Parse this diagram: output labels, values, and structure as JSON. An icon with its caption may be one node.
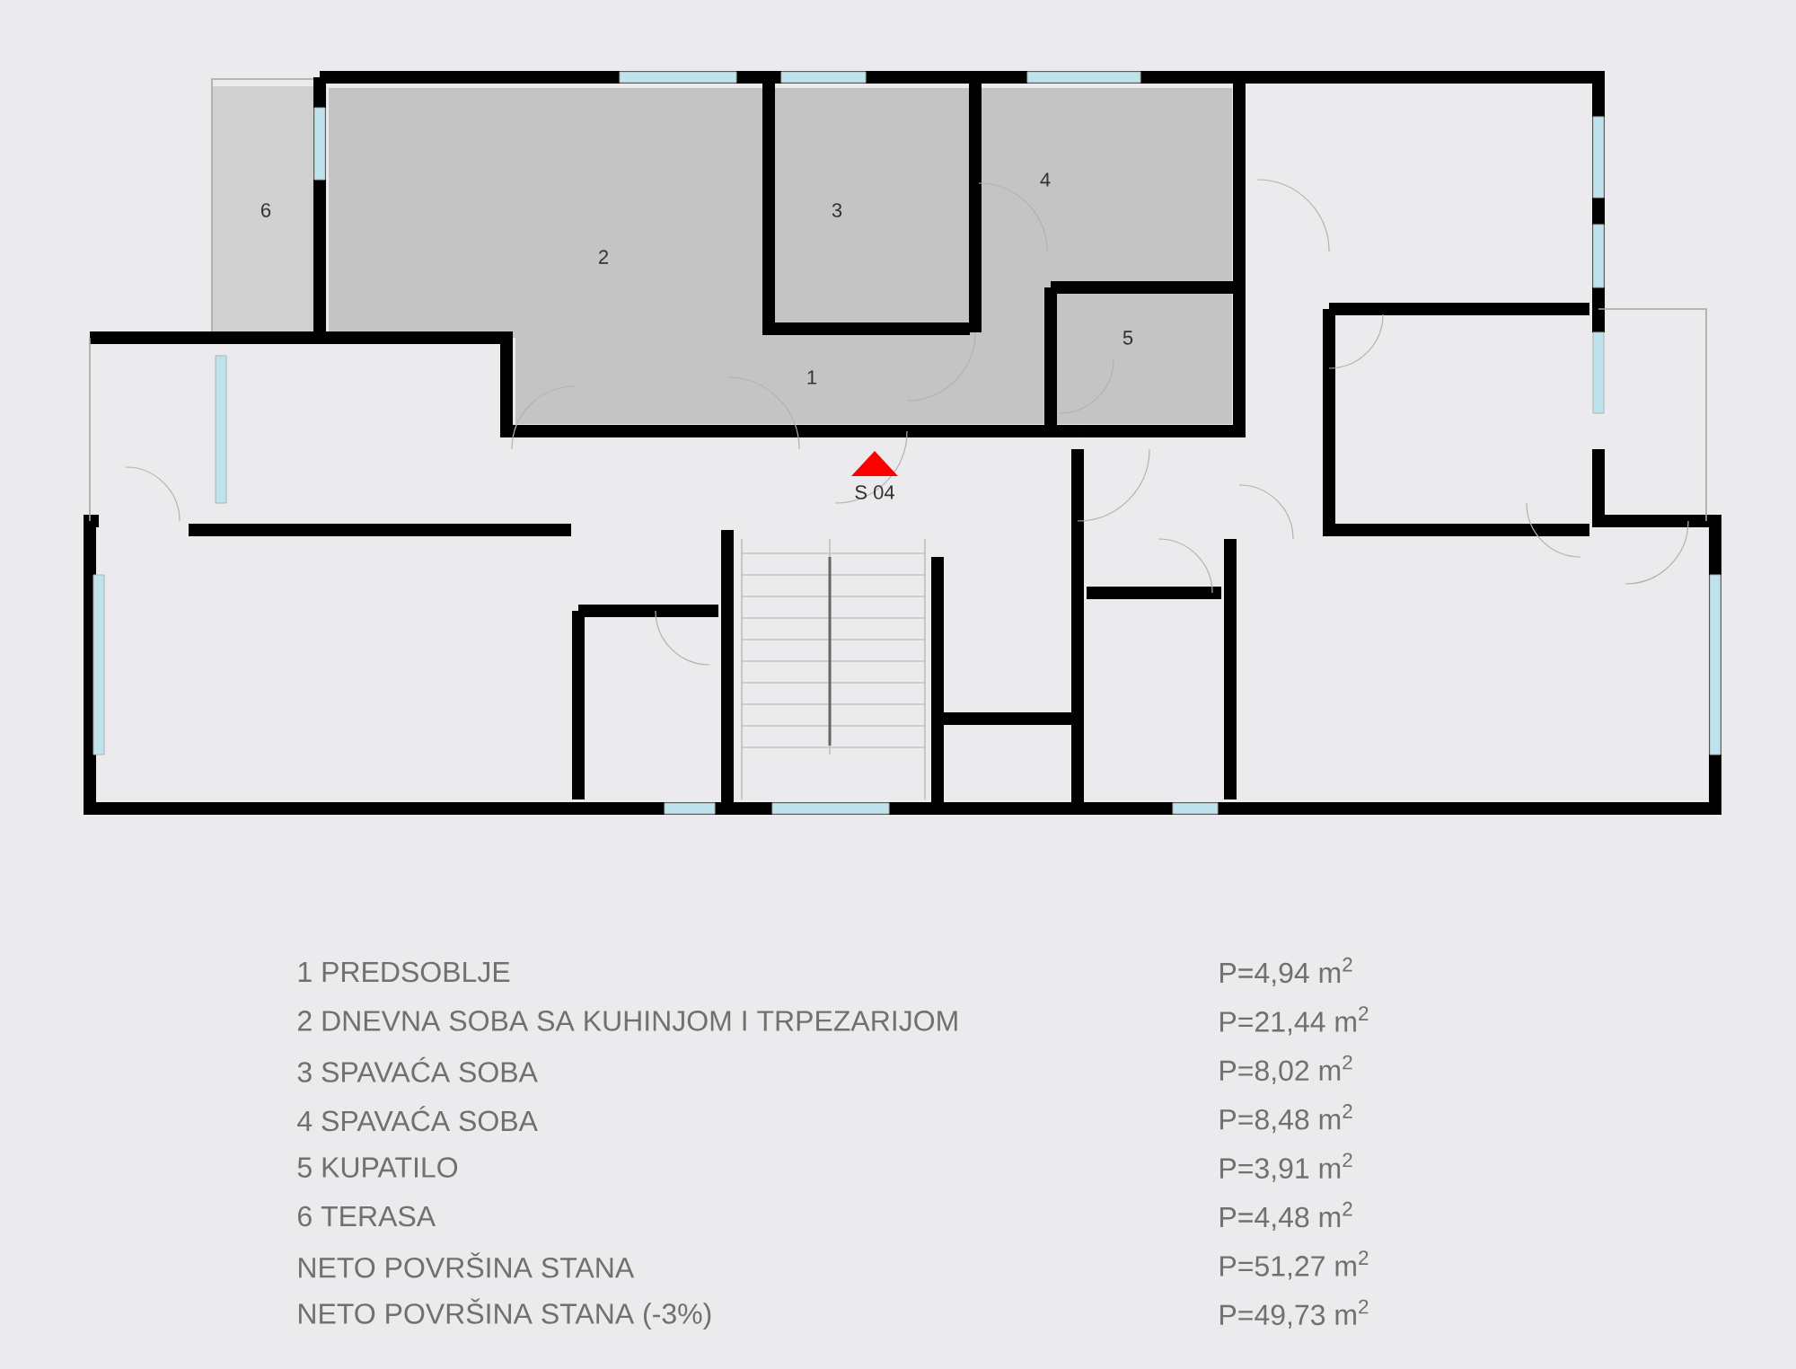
{
  "diagram": {
    "labels": [
      "6",
      "2",
      "3",
      "4",
      "5",
      "1",
      "S 04",
      "1 PREDSOBLJE",
      "P=4,94 m$^{2}$",
      "2 DNEVNA SOBA SA KUHINJOM I TRPEZARIJOM",
      "P=21,44 m$^{2}$",
      "3 SPAVAĆA SOBA",
      "P=8,02 m$^{2}$",
      "4 SPAVAĆA SOBA",
      "P=8,48 m$^{2}$",
      "5 KUPATILO",
      "P=3,91 m$^{2}$",
      "6 TERASA",
      "P=4,48 m$^{2}$",
      "NETO POVRŠINA STANA",
      "P=51,27 m$^{2}$",
      "NETO POVRŠINA STANA (-3%)",
      "P=49,73 m$^{2}$"
    ]
  }
}
